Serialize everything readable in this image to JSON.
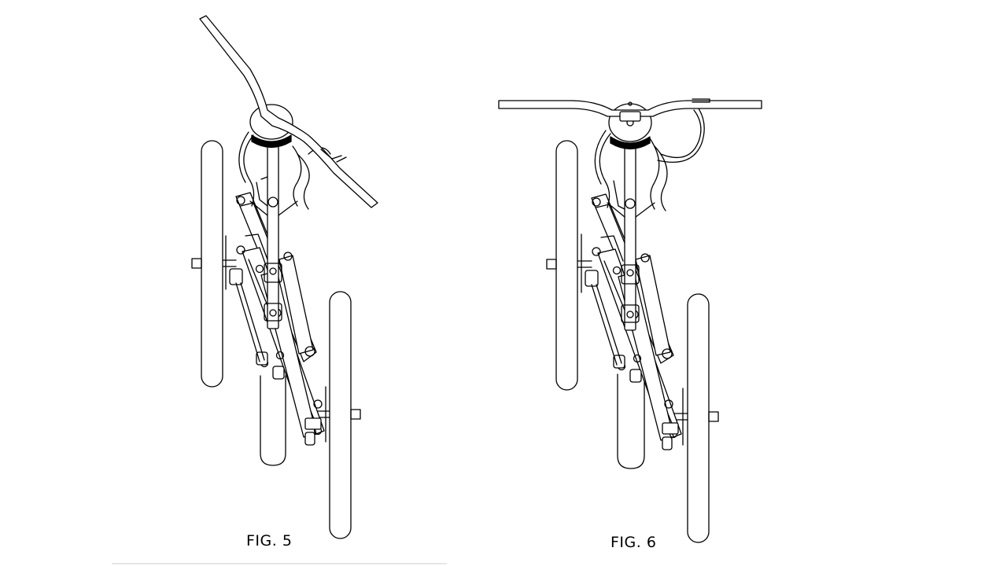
{
  "figures": [
    {
      "id": "fig5",
      "label": "FIG. 5"
    },
    {
      "id": "fig6",
      "label": "FIG. 6"
    }
  ],
  "colors": {
    "line": "#000000",
    "background": "#ffffff",
    "rule": "#e6e6e6"
  }
}
